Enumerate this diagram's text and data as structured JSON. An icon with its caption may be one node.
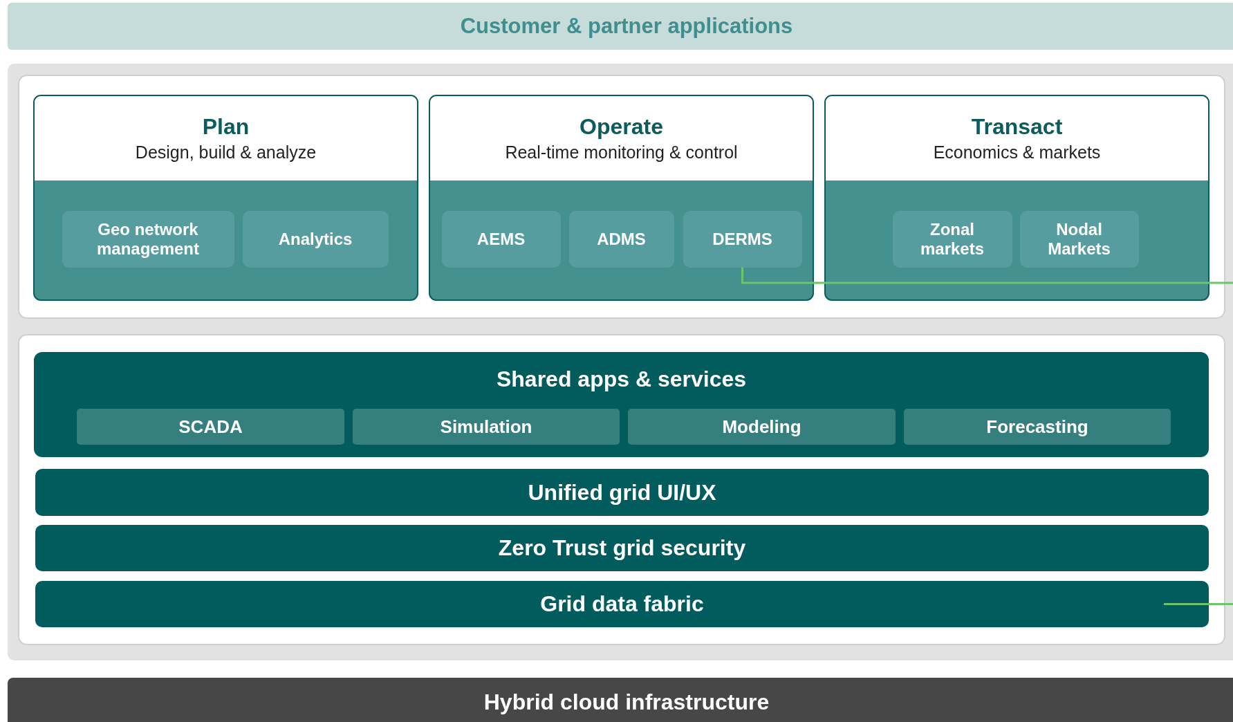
{
  "diagram": {
    "nodes": [
      {
        "text": [
          "Customer & partner applications"
        ]
      },
      {
        "text": [
          "Plan",
          "Design, build & analyze"
        ]
      },
      {
        "text": [
          "Geo network management"
        ],
        "in": 1
      },
      {
        "text": [
          "Analytics"
        ],
        "in": 1
      },
      {
        "text": [
          "Operate",
          "Real-time monitoring & control"
        ]
      },
      {
        "text": [
          "AEMS"
        ],
        "in": 4
      },
      {
        "text": [
          "ADMS"
        ],
        "in": 4
      },
      {
        "text": [
          "DERMS"
        ],
        "in": 4
      },
      {
        "text": [
          "Transact",
          "Economics & markets"
        ]
      },
      {
        "text": [
          "Zonal markets"
        ],
        "in": 8
      },
      {
        "text": [
          "Nodal Markets"
        ],
        "in": 8
      },
      {
        "text": [
          "Shared apps & services"
        ]
      },
      {
        "text": [
          "SCADA"
        ],
        "in": 11
      },
      {
        "text": [
          "Simulation"
        ],
        "in": 11
      },
      {
        "text": [
          "Modeling"
        ],
        "in": 11
      },
      {
        "text": [
          "Forecasting"
        ],
        "in": 11
      },
      {
        "text": [
          "Unified grid UI/UX"
        ]
      },
      {
        "text": [
          "Zero Trust grid security"
        ]
      },
      {
        "text": [
          "Grid data fabric"
        ]
      },
      {
        "text": [
          "Hybrid cloud infrastructure"
        ]
      }
    ],
    "edges": [
      {
        "from": 7,
        "to": null,
        "arrow": "none"
      },
      {
        "from": 18,
        "to": null,
        "arrow": "none"
      }
    ]
  }
}
